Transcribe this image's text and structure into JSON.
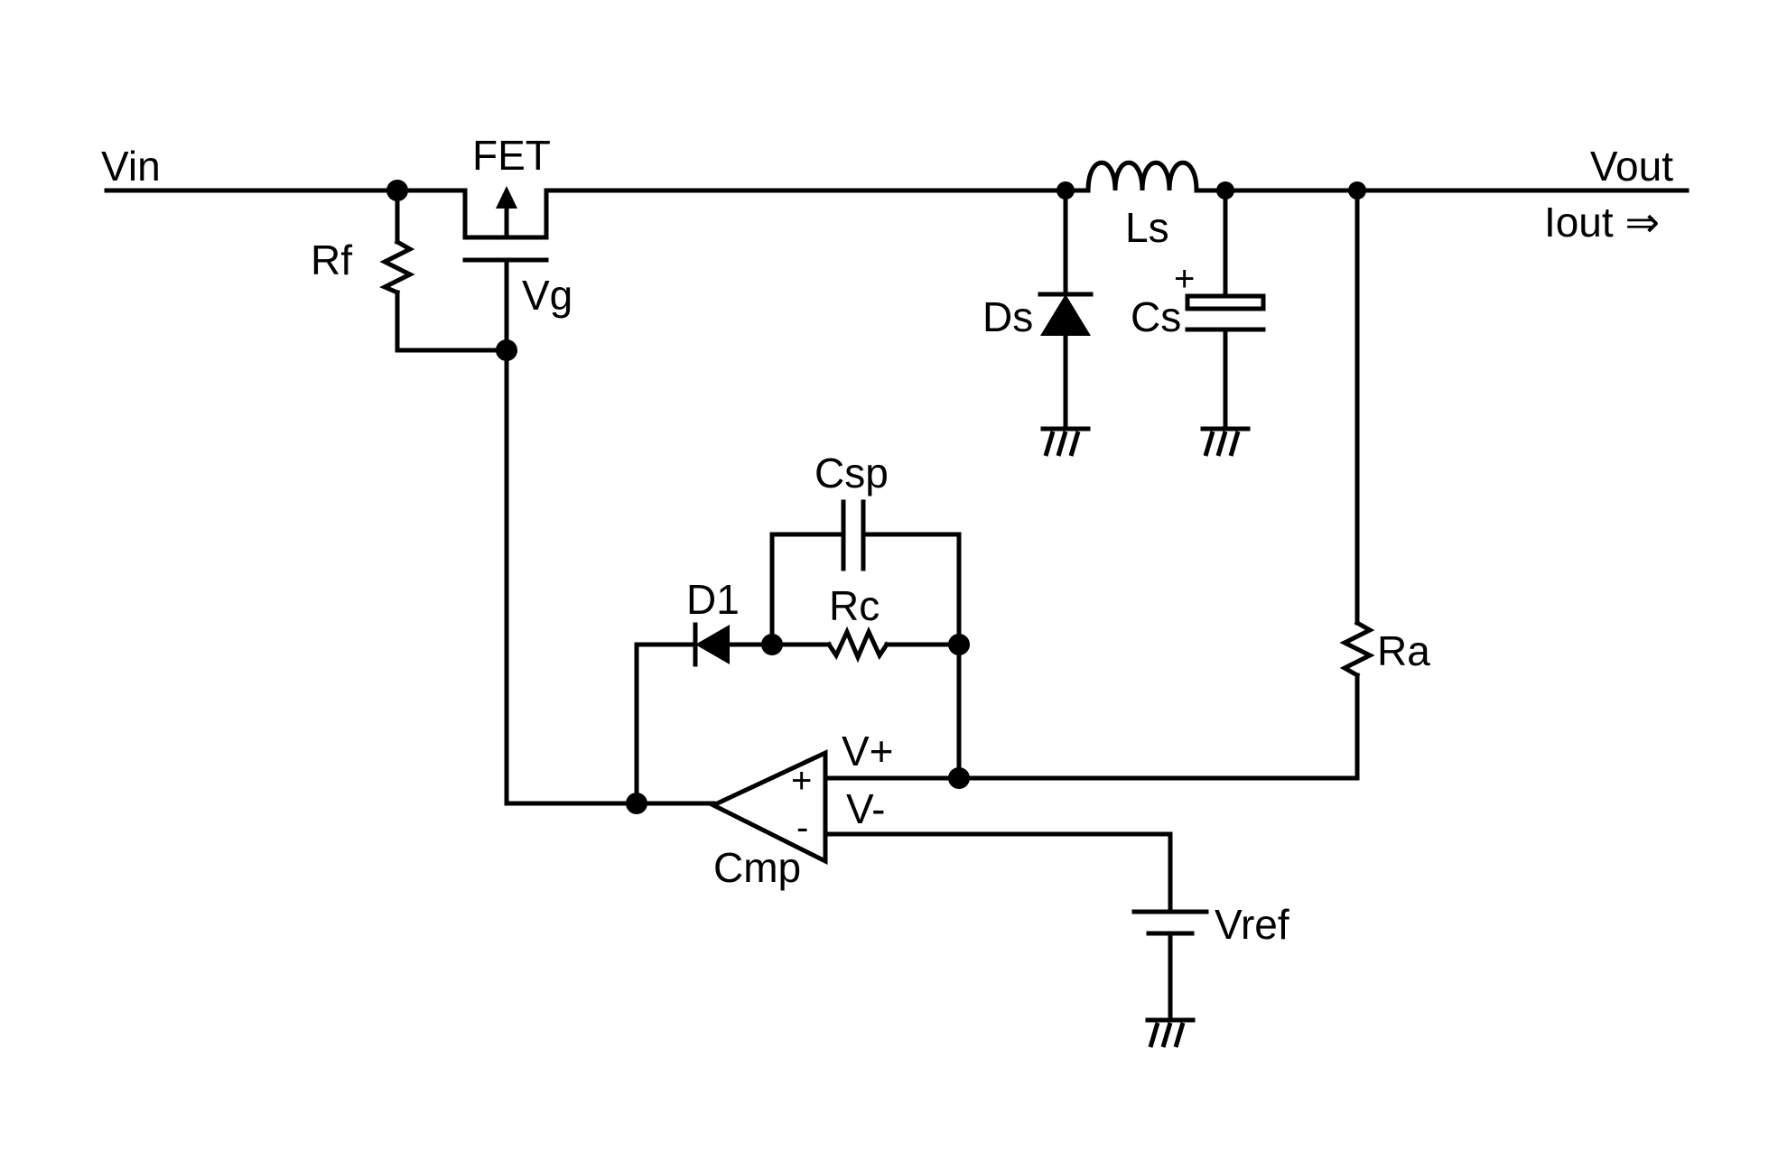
{
  "labels": {
    "vin": "Vin",
    "vout": "Vout",
    "iout": "Iout ⇒",
    "fet": "FET",
    "vg": "Vg",
    "rf": "Rf",
    "ls": "Ls",
    "ds": "Ds",
    "cs": "Cs",
    "cs_plus": "+",
    "ra": "Ra",
    "csp": "Csp",
    "d1": "D1",
    "rc": "Rc",
    "vplus": "V+",
    "vminus": "V-",
    "cmp": "Cmp",
    "cmp_plus": "+",
    "cmp_minus": "-",
    "vref": "Vref"
  },
  "colors": {
    "ink": "#000000",
    "background": "#ffffff"
  }
}
